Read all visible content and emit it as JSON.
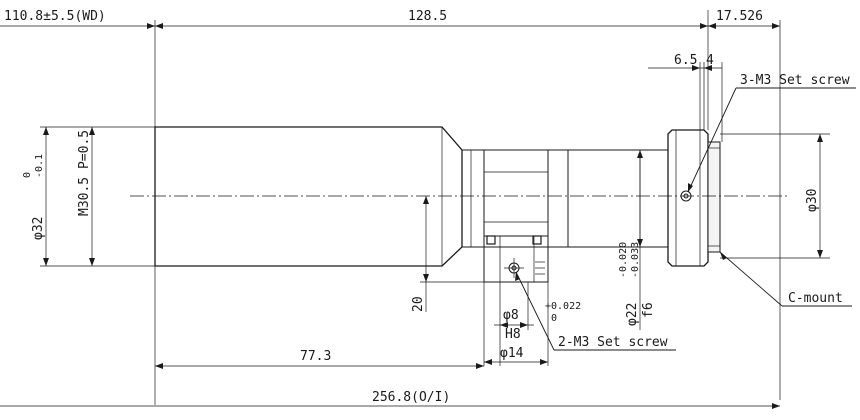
{
  "dimensions": {
    "wd": "110.8±5.5(WD)",
    "len_128": "128.5",
    "len_17": "17.526",
    "len_6_5": "6.5",
    "len_4": "4",
    "dia_32": "φ32",
    "dia_32_tol_up": "0",
    "dia_32_tol_dn": "-0.1",
    "thread": "M30.5 P=0.5",
    "dia_30": "φ30",
    "height_20": "20",
    "dia_8": "φ8",
    "h8": "H8",
    "dia_8_tol_up": "+0.022",
    "dia_8_tol_dn": "0",
    "dia_14": "φ14",
    "len_77": "77.3",
    "dia_22": "φ22",
    "dia_22_tol_up": "-0.020",
    "dia_22_tol_dn": "-0.033",
    "f6": "f6",
    "total": "256.8(O/I)"
  },
  "callouts": {
    "set_screw_3": "3-M3 Set screw",
    "set_screw_2": "2-M3 Set screw",
    "c_mount": "C-mount"
  }
}
